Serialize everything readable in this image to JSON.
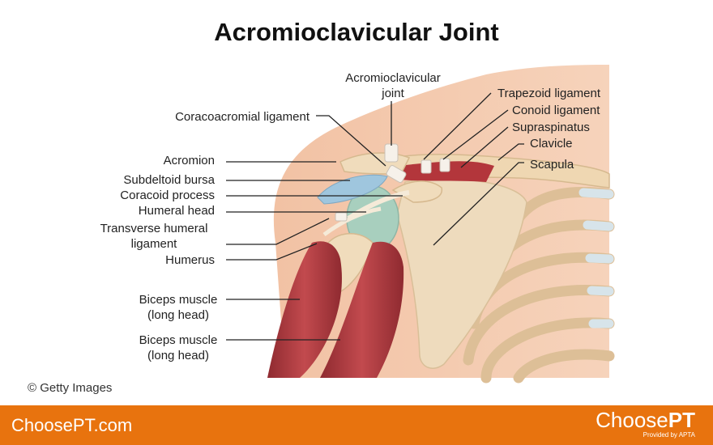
{
  "title": "Acromioclavicular Joint",
  "labels": {
    "ac_joint_line1": "Acromioclavicular",
    "ac_joint_line2": "joint",
    "coracoacromial": "Coracoacromial ligament",
    "acromion": "Acromion",
    "subdeltoid": "Subdeltoid bursa",
    "coracoid": "Coracoid process",
    "humeral_head": "Humeral head",
    "transverse_line1": "Transverse humeral",
    "transverse_line2": "ligament",
    "humerus": "Humerus",
    "biceps1_line1": "Biceps muscle",
    "biceps1_line2": "(long head)",
    "biceps2_line1": "Biceps muscle",
    "biceps2_line2": "(long head)",
    "trapezoid": "Trapezoid ligament",
    "conoid": "Conoid ligament",
    "supraspinatus": "Supraspinatus",
    "clavicle": "Clavicle",
    "scapula": "Scapula"
  },
  "credit": "© Getty Images",
  "footer": {
    "site": "ChoosePT.com",
    "brand_prefix": "Choose",
    "brand_suffix": "PT",
    "brand_tagline": "Provided by APTA"
  },
  "colors": {
    "footer": "#e8730e",
    "skin": "#f3c4a6",
    "bone": "#efd9b8",
    "muscle": "#b5353b",
    "cartilage": "#a9cce0"
  }
}
